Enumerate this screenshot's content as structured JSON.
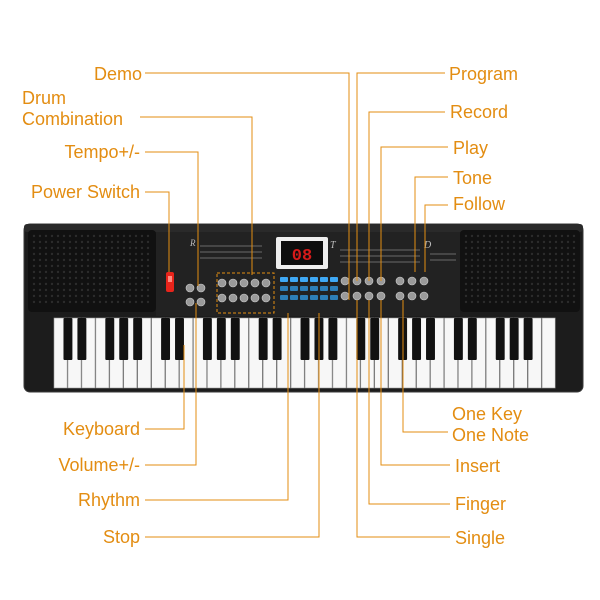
{
  "colors": {
    "label": "#e38d12",
    "leader": "#e38d12",
    "body": "#1c1c1c",
    "body_edge": "#3a3a3a",
    "speaker": "#111111",
    "display": "#d61a1a",
    "accent_blue": "#3fa9f5",
    "power": "#e8241b"
  },
  "display": {
    "readout": "08"
  },
  "labels": {
    "left": {
      "demo": "Demo",
      "drum_combination_1": "Drum",
      "drum_combination_2": "Combination",
      "tempo": "Tempo+/-",
      "power_switch": "Power Switch",
      "keyboard": "Keyboard",
      "volume": "Volume+/-",
      "rhythm": "Rhythm",
      "stop": "Stop"
    },
    "right": {
      "program": "Program",
      "record": "Record",
      "play": "Play",
      "tone": "Tone",
      "follow": "Follow",
      "one_key_1": "One Key",
      "one_key_2": "One Note",
      "insert": "Insert",
      "finger": "Finger",
      "single": "Single"
    }
  }
}
